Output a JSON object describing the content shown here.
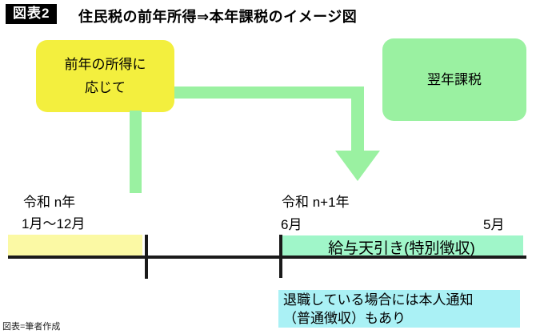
{
  "header": {
    "tag": "図表2",
    "title": "住民税の前年所得⇒本年課税のイメージ図"
  },
  "flow": {
    "prior_income_line1": "前年の所得に",
    "prior_income_line2": "応じて",
    "next_year_tax": "翌年課税"
  },
  "timeline": {
    "year_n_label": "令和 n年",
    "year_n_months": "1月〜12月",
    "year_n1_label": "令和 n+1年",
    "year_n1_start_month": "6月",
    "year_n1_end_month": "5月",
    "band_label": "給与天引き(特別徴収)"
  },
  "note": {
    "line1": "退職している場合には本人通知",
    "line2": "（普通徴収）もあり"
  },
  "caption": "図表=筆者作成",
  "colors": {
    "bright_yellow": "#F3EF3E",
    "light_green": "#9AF1A1",
    "pale_yellow_band": "#FBF9A4",
    "mint_band": "#A0F6C9",
    "cyan_note": "#AAF1F5",
    "axis_black": "#1A1A1A"
  }
}
